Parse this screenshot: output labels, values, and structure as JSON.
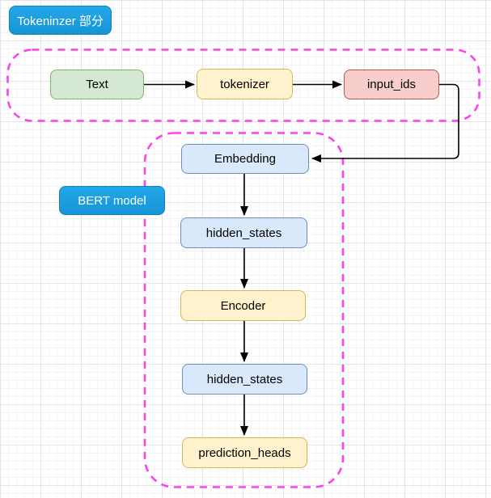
{
  "diagram": {
    "section_labels": {
      "tokenizer": "Tokeninzer 部分",
      "bert": "BERT model"
    },
    "nodes": {
      "text": {
        "label": "Text",
        "fill": "#d5e8d4",
        "border": "#82b366"
      },
      "tokenizer": {
        "label": "tokenizer",
        "fill": "#fff2cc",
        "border": "#d6b656"
      },
      "input_ids": {
        "label": "input_ids",
        "fill": "#f8cecc",
        "border": "#b85450"
      },
      "embedding": {
        "label": "Embedding",
        "fill": "#dae8fc",
        "border": "#6c8ebf"
      },
      "hidden_states_1": {
        "label": "hidden_states",
        "fill": "#dae8fc",
        "border": "#6c8ebf"
      },
      "encoder": {
        "label": "Encoder",
        "fill": "#fff2cc",
        "border": "#d6b656"
      },
      "hidden_states_2": {
        "label": "hidden_states",
        "fill": "#dae8fc",
        "border": "#6c8ebf"
      },
      "prediction_heads": {
        "label": "prediction_heads",
        "fill": "#fff2cc",
        "border": "#d6b656"
      }
    },
    "edges": [
      {
        "from": "Text",
        "to": "tokenizer"
      },
      {
        "from": "tokenizer",
        "to": "input_ids"
      },
      {
        "from": "input_ids",
        "to": "Embedding"
      },
      {
        "from": "Embedding",
        "to": "hidden_states"
      },
      {
        "from": "hidden_states",
        "to": "Encoder"
      },
      {
        "from": "Encoder",
        "to": "hidden_states"
      },
      {
        "from": "hidden_states",
        "to": "prediction_heads"
      }
    ],
    "colors": {
      "section_label_fill": "#1ba1e2",
      "section_label_border": "#0f82c0",
      "section_label_text": "#ffffff",
      "group_outline": "#ff40ec",
      "edge_stroke": "#000000",
      "grid_minor": "#f4f4f4",
      "grid_major": "#e4e4e4"
    }
  }
}
